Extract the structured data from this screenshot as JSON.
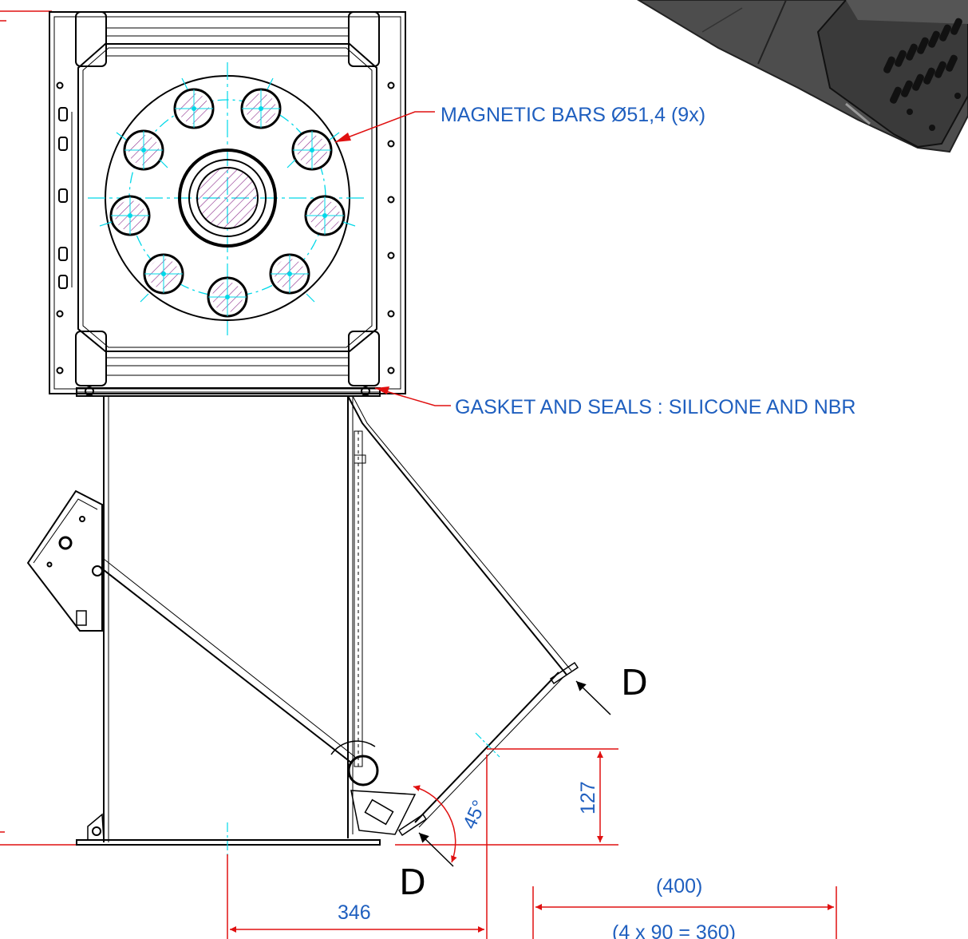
{
  "callouts": {
    "magnetic_bars": "MAGNETIC BARS Ø51,4 (9x)",
    "gasket_seals": "GASKET AND SEALS : SILICONE AND NBR"
  },
  "section_marks": {
    "upper": "D",
    "lower": "D"
  },
  "dimensions": {
    "angle": "45°",
    "height_offset": "127",
    "horizontal_offset": "346",
    "overall_width": "(400)",
    "pitch_spec": "(4 x 90 = 360)"
  },
  "colors": {
    "outline": "#000000",
    "dimension": "#e01010",
    "centerline": "#00d8e8",
    "text": "#1f5fbf",
    "hatch": "#8a2a8a",
    "render_body": "#4a4a4a"
  }
}
